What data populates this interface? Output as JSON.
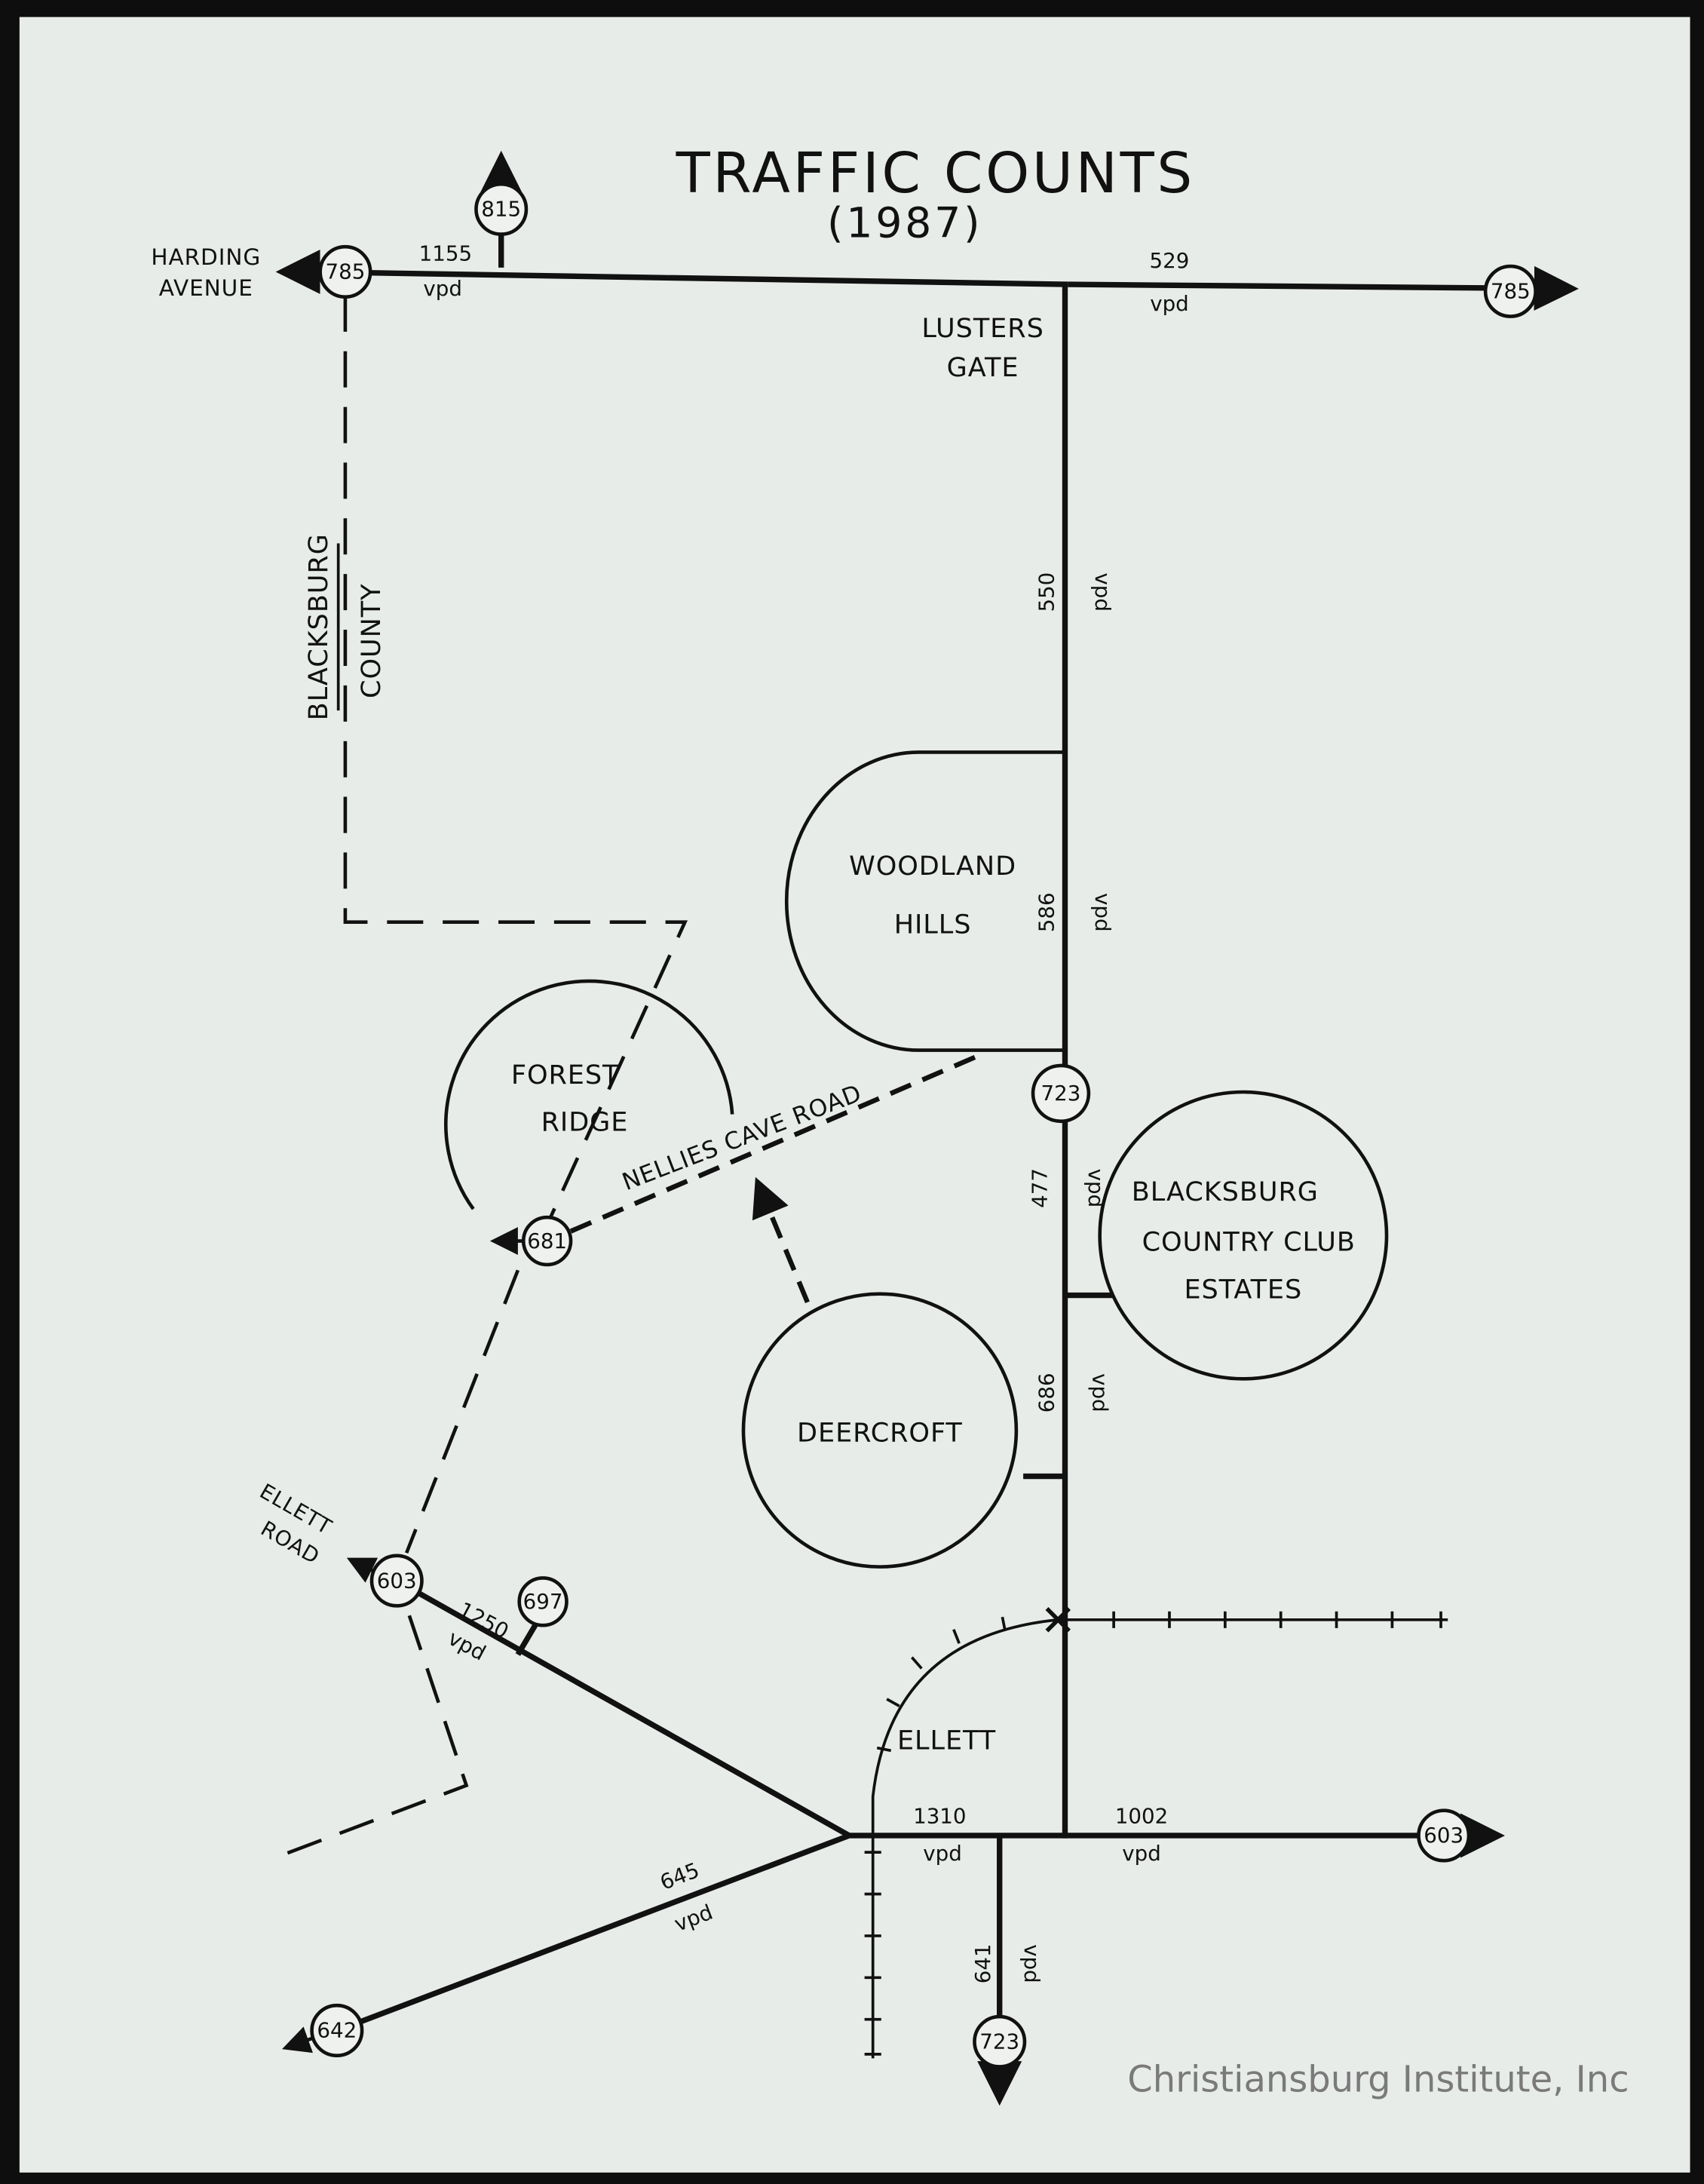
{
  "title": "TRAFFIC COUNTS",
  "year": "(1987)",
  "watermark": "Christiansburg Institute, Inc",
  "places": {
    "harding_1": "HARDING",
    "harding_2": "AVENUE",
    "lusters_1": "LUSTERS",
    "lusters_2": "GATE",
    "blacksburg": "BLACKSBURG",
    "county": "COUNTY",
    "woodland_1": "WOODLAND",
    "woodland_2": "HILLS",
    "forest_1": "FOREST",
    "forest_2": "RIDGE",
    "nellies": "NELLIES CAVE ROAD",
    "bcc_1": "BLACKSBURG",
    "bcc_2": "COUNTRY CLUB",
    "bcc_3": "ESTATES",
    "deercroft": "DEERCROFT",
    "ellett": "ELLETT",
    "ellett_road_1": "ELLETT",
    "ellett_road_2": "ROAD"
  },
  "routes": {
    "r785_west": "785",
    "r815": "815",
    "r785_east": "785",
    "r723_mid": "723",
    "r681": "681",
    "r603_west": "603",
    "r697": "697",
    "r603_east": "603",
    "r642": "642",
    "r723_south": "723"
  },
  "counts": {
    "unit": "vpd",
    "c1155": "1155",
    "c529": "529",
    "c550": "550",
    "c586": "586",
    "c477": "477",
    "c686": "686",
    "c1250": "1250",
    "c1310": "1310",
    "c1002": "1002",
    "c645": "645",
    "c641": "641"
  }
}
